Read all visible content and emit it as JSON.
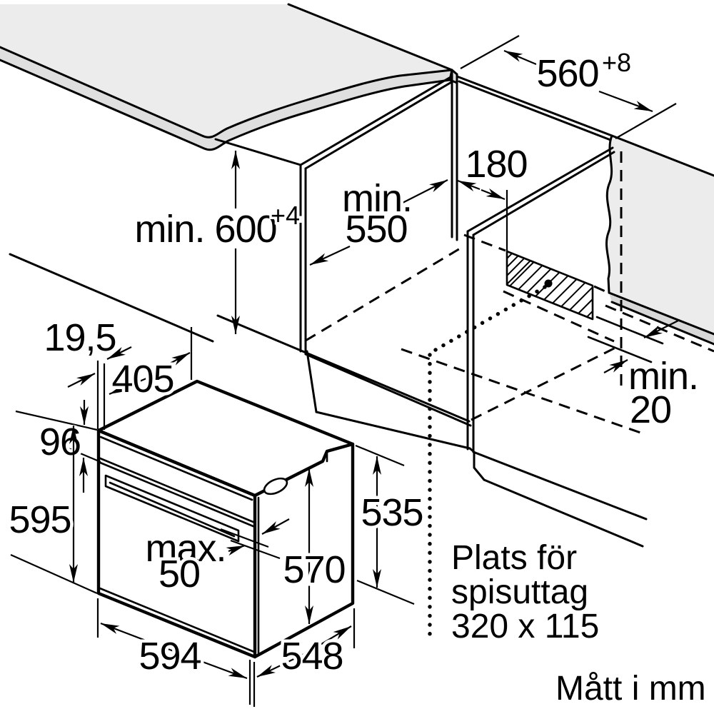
{
  "units_label": "Mått i mm",
  "outlet_note": {
    "line1": "Plats för",
    "line2": "spisuttag",
    "line3": "320 x 115"
  },
  "dims": {
    "niche_width": {
      "value": "560",
      "tolerance": "+8"
    },
    "niche_height": {
      "value": "min. 600",
      "tolerance": "+4"
    },
    "niche_depth": {
      "line1": "min.",
      "line2": "550"
    },
    "outlet_offset": {
      "value": "180"
    },
    "rear_gap": {
      "line1": "min.",
      "line2": "20"
    },
    "panel_thickness": {
      "value": "19,5"
    },
    "top_depth": {
      "value": "405"
    },
    "panel_height": {
      "value": "96"
    },
    "oven_height": {
      "value": "595"
    },
    "handle_clearance": {
      "line1": "max.",
      "line2": "50"
    },
    "door_height": {
      "value": "570"
    },
    "rear_height": {
      "value": "535"
    },
    "oven_width": {
      "value": "594"
    },
    "oven_depth": {
      "value": "548"
    }
  },
  "colors": {
    "line": "#000000",
    "worktop_surface": "#ececec",
    "worktop_edge": "#dfdfdf",
    "wall_strip": "#d8d8d8",
    "background": "#ffffff"
  }
}
